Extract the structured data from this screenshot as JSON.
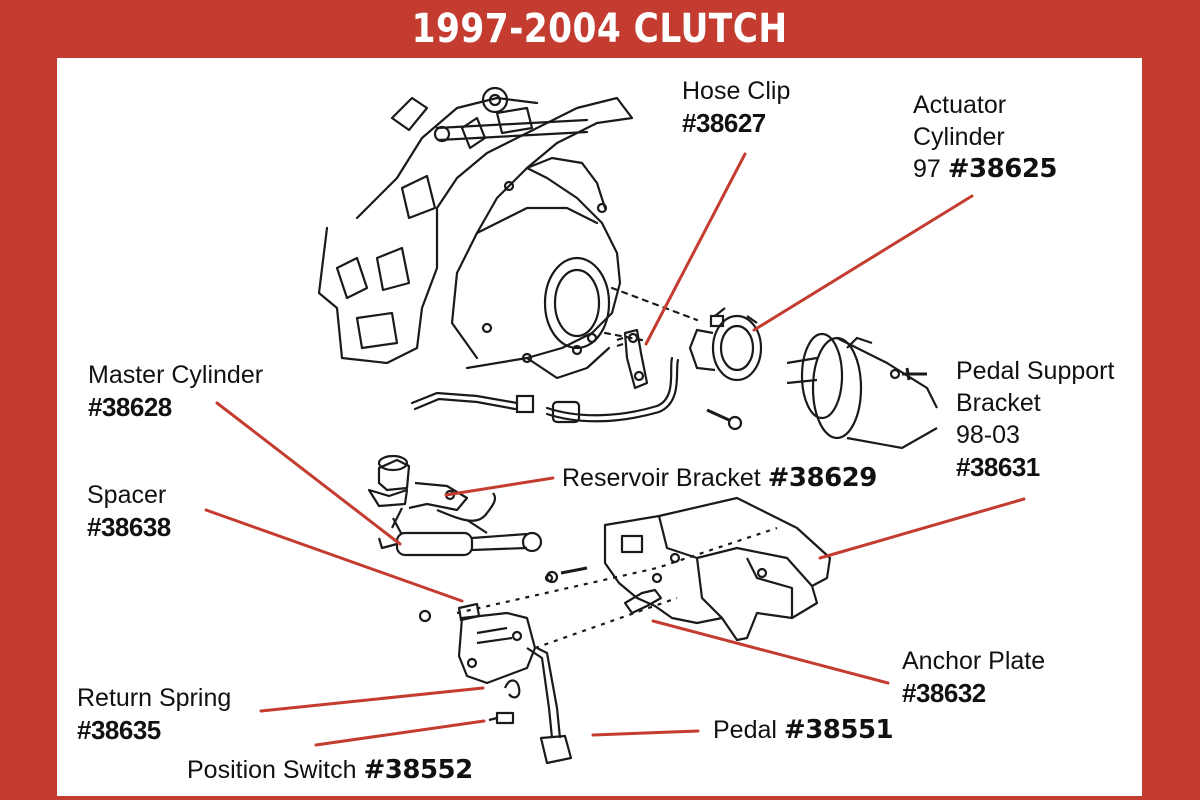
{
  "title": "1997-2004 CLUTCH",
  "colors": {
    "frame": "#c43c30",
    "leader": "#c43c30",
    "ink": "#1a1a1a",
    "background": "#ffffff"
  },
  "labels": {
    "hose_clip": {
      "text": "Hose Clip",
      "part": "#38627"
    },
    "actuator_cylinder": {
      "line1": "Actuator",
      "line2": "Cylinder",
      "prefix": "97",
      "part": "#38625"
    },
    "master_cylinder": {
      "text": "Master Cylinder",
      "part": "#38628"
    },
    "reservoir_bracket": {
      "text": "Reservoir Bracket",
      "part": "#38629"
    },
    "pedal_support_bracket": {
      "line1": "Pedal Support",
      "line2": "Bracket",
      "line3": "98-03",
      "part": "#38631"
    },
    "spacer": {
      "text": "Spacer",
      "part": "#38638"
    },
    "anchor_plate": {
      "text": "Anchor Plate",
      "part": "#38632"
    },
    "return_spring": {
      "text": "Return Spring",
      "part": "#38635"
    },
    "pedal": {
      "text": "Pedal",
      "part": "#38551"
    },
    "position_switch": {
      "text": "Position Switch",
      "part": "#38552"
    }
  }
}
